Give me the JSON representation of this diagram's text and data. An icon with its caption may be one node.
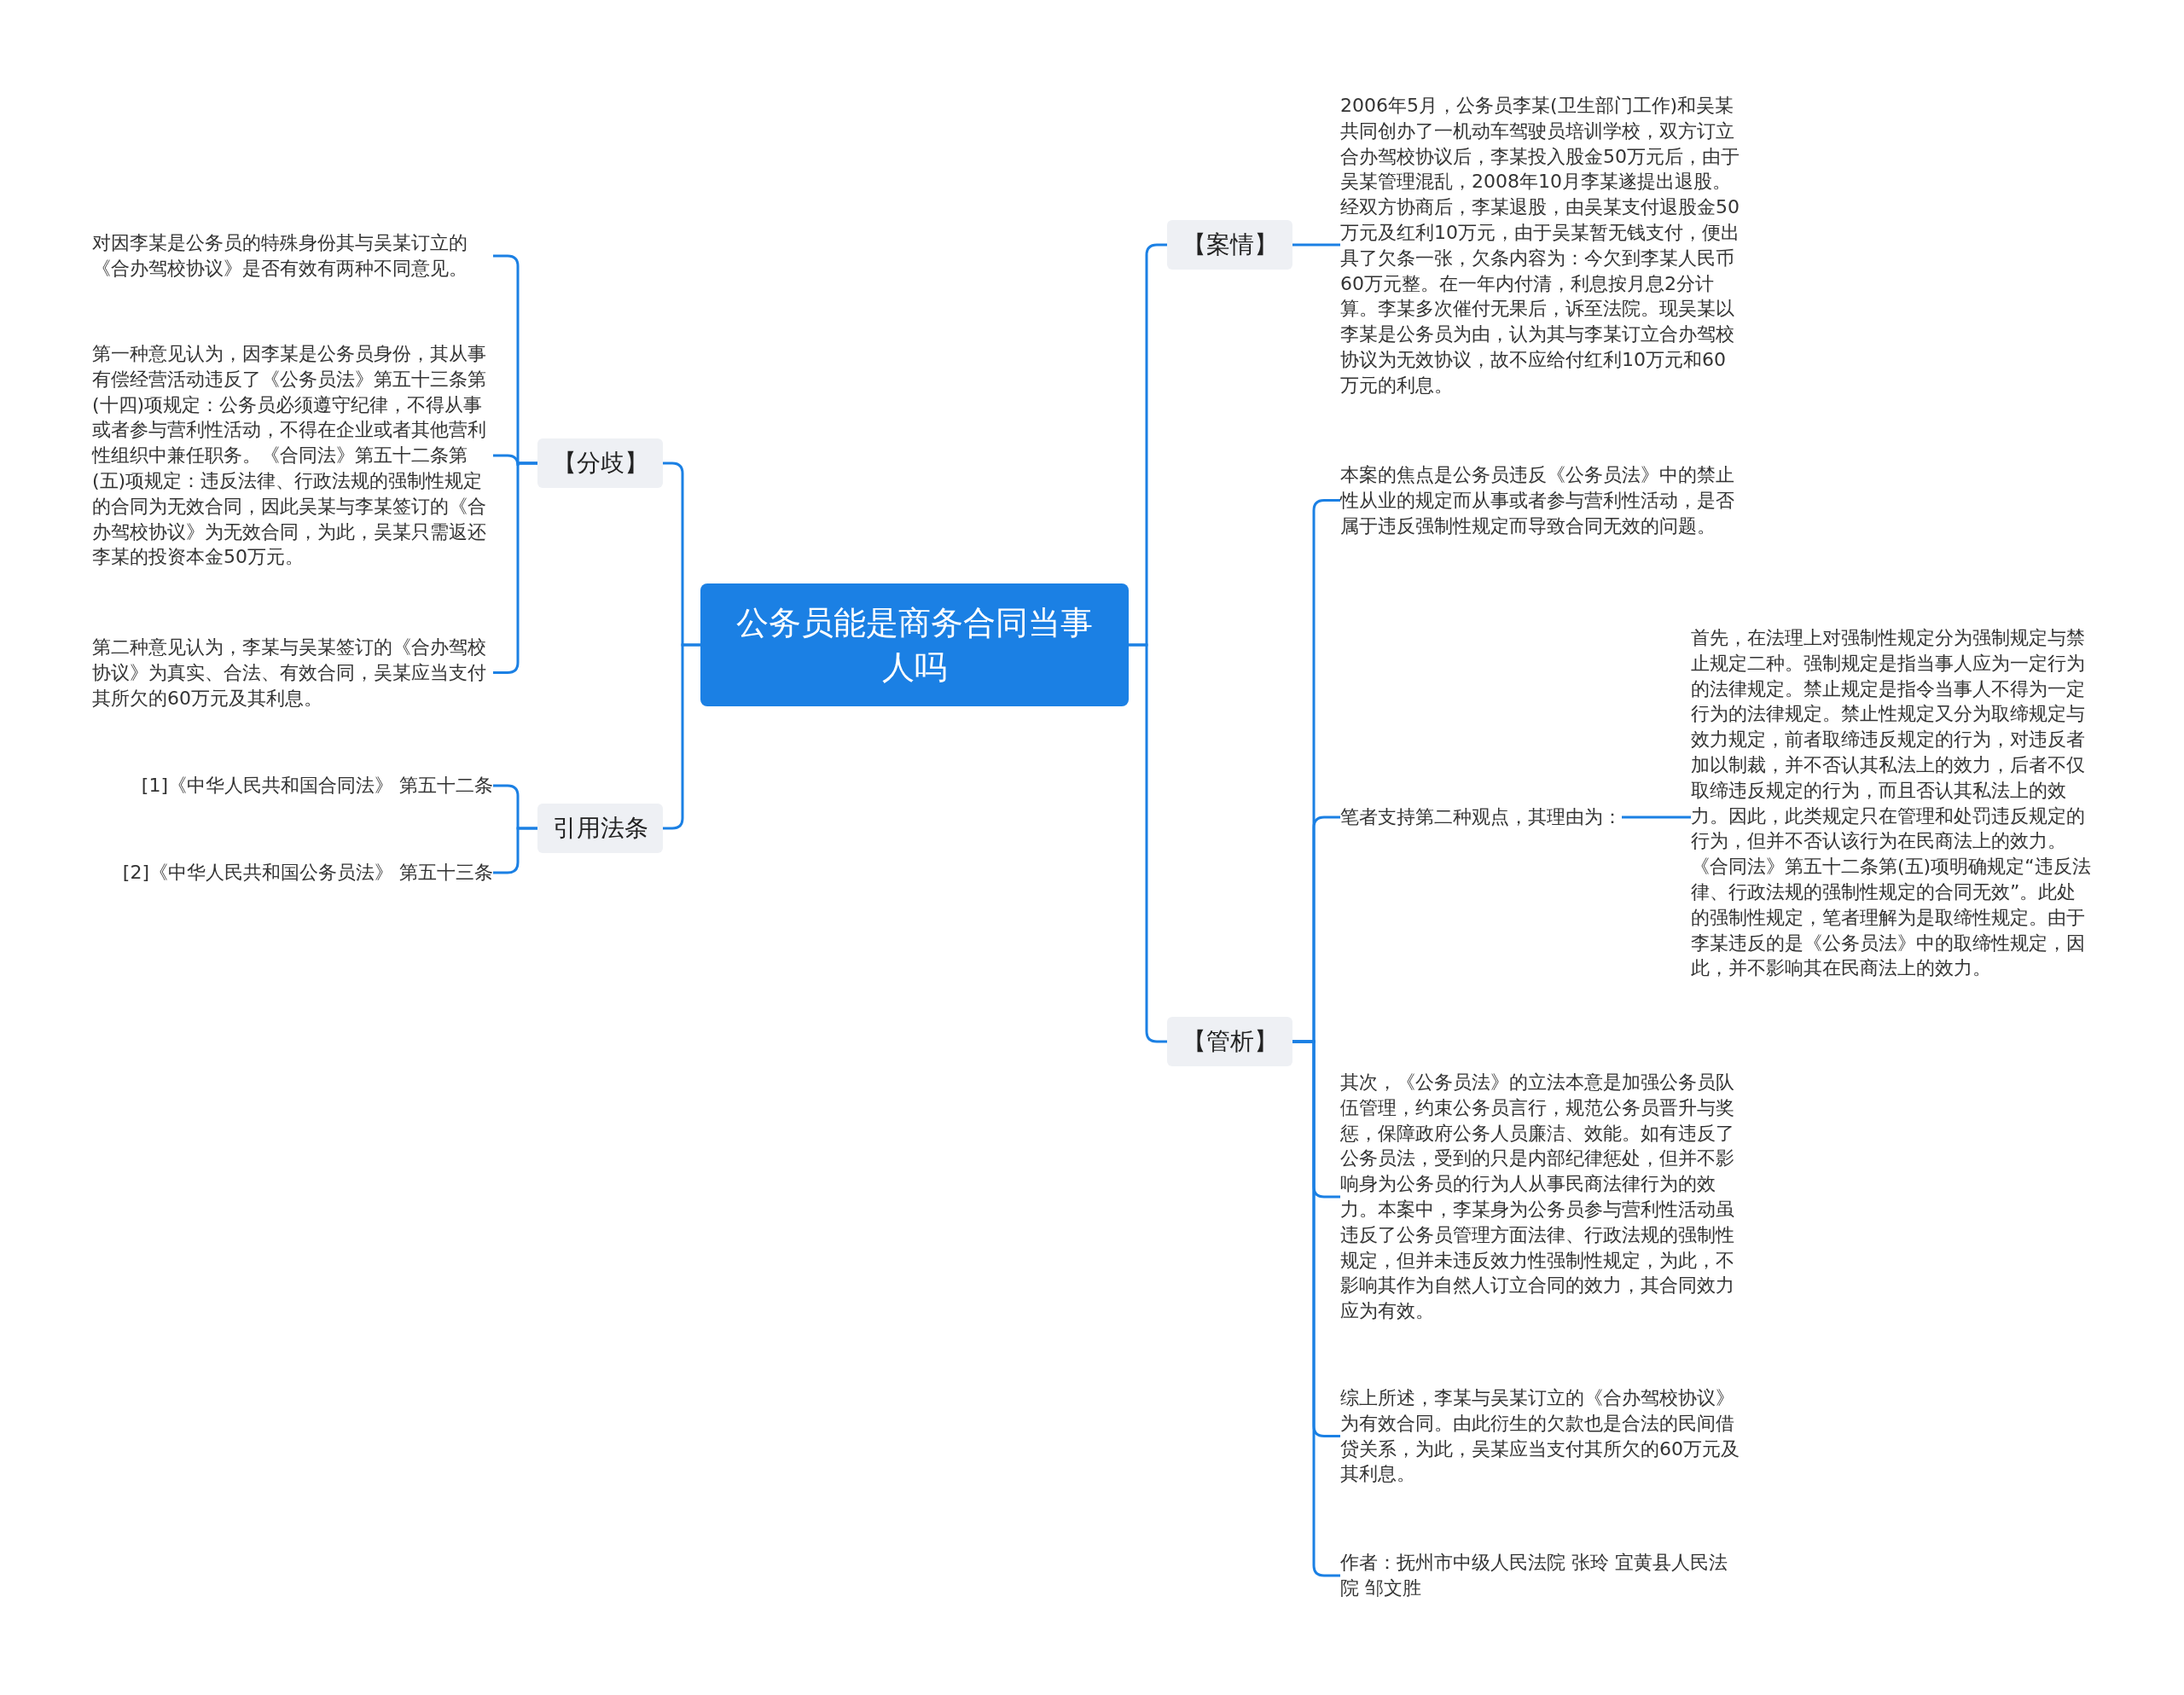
{
  "diagram": {
    "nodes": [
      {
        "text": [
          "公务员能是商务合同当事人吗"
        ]
      },
      {
        "text": [
          "【分歧】"
        ]
      },
      {
        "text": [
          "对因李某是公务员的特殊身份其与吴某订立的《合办驾校协议》是否有效有两种不同意见。"
        ]
      },
      {
        "text": [
          "第一种意见认为，因李某是公务员身份，其从事有偿经营活动违反了《公务员法》第五十三条第(十四)项规定：公务员必须遵守纪律，不得从事或者参与营利性活动，不得在企业或者其他营利性组织中兼任职务。《合同法》第五十二条第(五)项规定：违反法律、行政法规的强制性规定的合同为无效合同，因此吴某与李某签订的《合办驾校协议》为无效合同，为此，吴某只需返还李某的投资本金50万元。"
        ]
      },
      {
        "text": [
          "第二种意见认为，李某与吴某签订的《合办驾校协议》为真实、合法、有效合同，吴某应当支付其所欠的60万元及其利息。"
        ]
      },
      {
        "text": [
          "引用法条"
        ]
      },
      {
        "text": [
          "[1]《中华人民共和国合同法》 第五十二条"
        ]
      },
      {
        "text": [
          "[2]《中华人民共和国公务员法》 第五十三条"
        ]
      },
      {
        "text": [
          "【案情】"
        ]
      },
      {
        "text": [
          "2006年5月，公务员李某(卫生部门工作)和吴某共同创办了一机动车驾驶员培训学校，双方订立合办驾校协议后，李某投入股金50万元后，由于吴某管理混乱，2008年10月李某遂提出退股。经双方协商后，李某退股，由吴某支付退股金50万元及红利10万元，由于吴某暂无钱支付，便出具了欠条一张，欠条内容为：今欠到李某人民币60万元整。在一年内付清，利息按月息2分计算。李某多次催付无果后，诉至法院。现吴某以李某是公务员为由，认为其与李某订立合办驾校协议为无效协议，故不应给付红利10万元和60万元的利息。"
        ]
      },
      {
        "text": [
          "【管析】"
        ]
      },
      {
        "text": [
          "本案的焦点是公务员违反《公务员法》中的禁止性从业的规定而从事或者参与营利性活动，是否属于违反强制性规定而导致合同无效的问题。"
        ]
      },
      {
        "text": [
          "笔者支持第二种观点，其理由为："
        ]
      },
      {
        "text": [
          "首先，在法理上对强制性规定分为强制规定与禁止规定二种。强制规定是指当事人应为一定行为的法律规定。禁止规定是指令当事人不得为一定行为的法律规定。禁止性规定又分为取缔规定与效力规定，前者取缔违反规定的行为，对违反者加以制裁，并不否认其私法上的效力，后者不仅取缔违反规定的行为，而且否认其私法上的效力。因此，此类规定只在管理和处罚违反规定的行为，但并不否认该行为在民商法上的效力。《合同法》第五十二条第(五)项明确规定“违反法律、行政法规的强制性规定的合同无效”。此处的强制性规定，笔者理解为是取缔性规定。由于李某违反的是《公务员法》中的取缔性规定，因此，并不影响其在民商法上的效力。"
        ]
      },
      {
        "text": [
          "其次，《公务员法》的立法本意是加强公务员队伍管理，约束公务员言行，规范公务员晋升与奖惩，保障政府公务人员廉洁、效能。如有违反了公务员法，受到的只是内部纪律惩处，但并不影响身为公务员的行为人从事民商法律行为的效力。本案中，李某身为公务员参与营利性活动虽违反了公务员管理方面法律、行政法规的强制性规定，但并未违反效力性强制性规定，为此，不影响其作为自然人订立合同的效力，其合同效力应为有效。"
        ]
      },
      {
        "text": [
          "综上所述，李某与吴某订立的《合办驾校协议》为有效合同。由此衍生的欠款也是合法的民间借贷关系，为此，吴某应当支付其所欠的60万元及其利息。"
        ]
      },
      {
        "text": [
          "作者：抚州市中级人民法院 张玲 宜黄县人民法院 邹文胜"
        ]
      }
    ],
    "edges": [
      {
        "from": 0,
        "to": 1,
        "arrow": "none"
      },
      {
        "from": 1,
        "to": 2,
        "arrow": "none"
      },
      {
        "from": 1,
        "to": 3,
        "arrow": "none"
      },
      {
        "from": 1,
        "to": 4,
        "arrow": "none"
      },
      {
        "from": 0,
        "to": 5,
        "arrow": "none"
      },
      {
        "from": 5,
        "to": 6,
        "arrow": "none"
      },
      {
        "from": 5,
        "to": 7,
        "arrow": "none"
      },
      {
        "from": 0,
        "to": 8,
        "arrow": "none"
      },
      {
        "from": 8,
        "to": 9,
        "arrow": "none"
      },
      {
        "from": 0,
        "to": 10,
        "arrow": "none"
      },
      {
        "from": 10,
        "to": 11,
        "arrow": "none"
      },
      {
        "from": 10,
        "to": 12,
        "arrow": "none"
      },
      {
        "from": 12,
        "to": 13,
        "arrow": "none"
      },
      {
        "from": 10,
        "to": 14,
        "arrow": "none"
      },
      {
        "from": 10,
        "to": 15,
        "arrow": "none"
      },
      {
        "from": 10,
        "to": 16,
        "arrow": "none"
      }
    ]
  }
}
